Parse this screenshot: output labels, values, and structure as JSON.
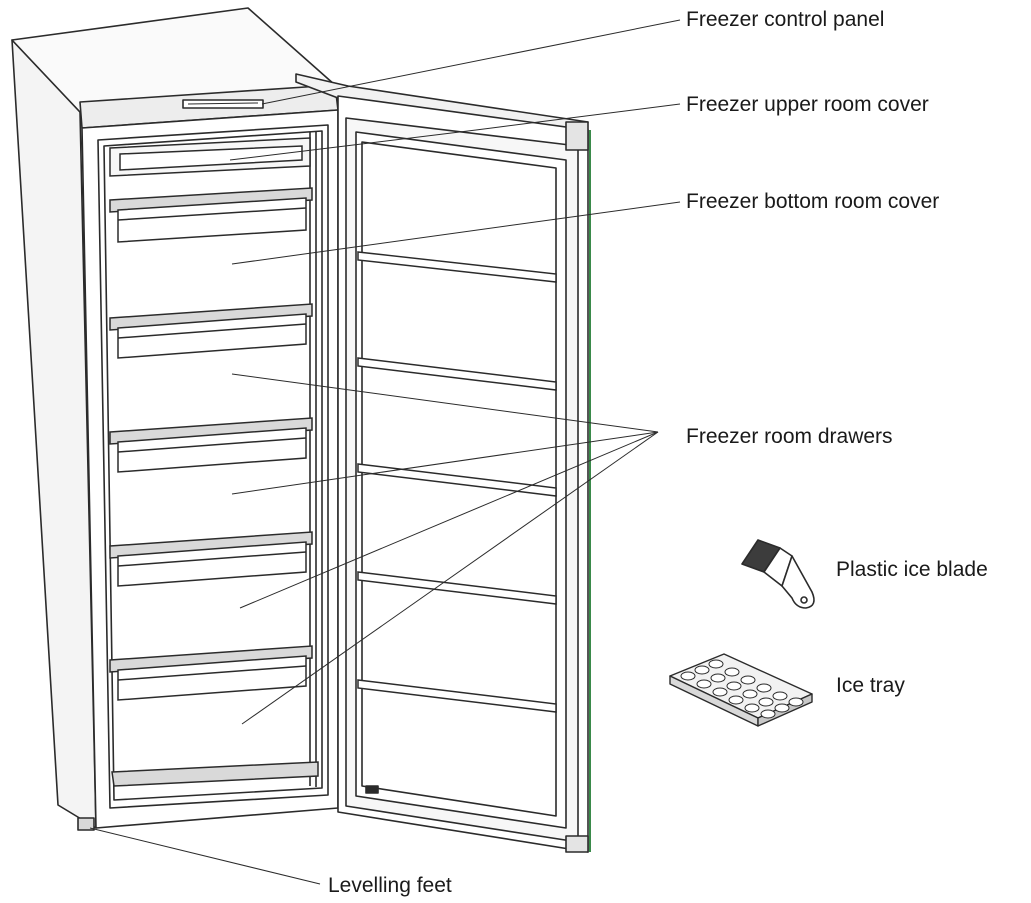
{
  "labels": {
    "control_panel": "Freezer control panel",
    "upper_room_cover": "Freezer upper room cover",
    "bottom_room_cover": "Freezer bottom room cover",
    "room_drawers": "Freezer room drawers",
    "ice_blade": "Plastic ice blade",
    "ice_tray": "Ice tray",
    "levelling_feet": "Levelling feet"
  },
  "counts": {
    "drawers": 6,
    "door_shelves": 5,
    "ice_tray_cells": 18
  },
  "colors": {
    "line": "#2b2b2b",
    "fill": "#ffffff",
    "shade": "#d9d9d9",
    "door_edge": "#3a8a4a"
  }
}
